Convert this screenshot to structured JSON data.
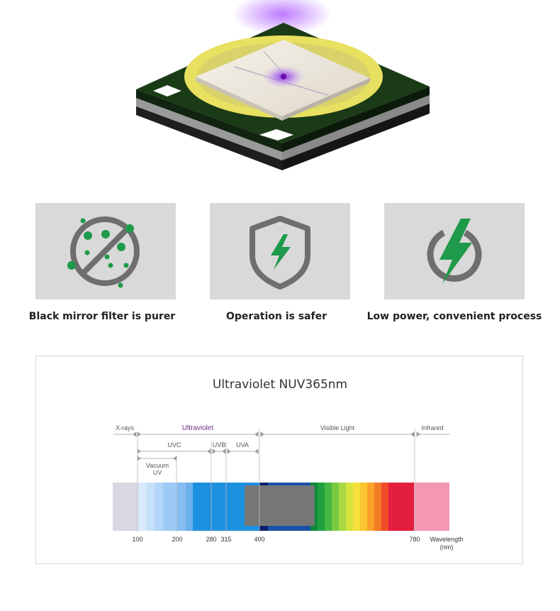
{
  "features": [
    {
      "label": "Black mirror filter is purer",
      "icon": "no-particles-icon"
    },
    {
      "label": "Operation is safer",
      "icon": "shield-bolt-icon"
    },
    {
      "label": "Low power, convenient process",
      "icon": "power-bolt-icon"
    }
  ],
  "spectrum": {
    "title": "Ultraviolet NUV365nm",
    "regions": {
      "xrays": "X-rays",
      "ultraviolet": "Ultraviolet",
      "visible": "Visible Light",
      "infrared": "Infrared",
      "uvc": "UVC",
      "uvb": "UVB",
      "uva": "UVA",
      "vacuum_line1": "Vacuum",
      "vacuum_line2": "UV"
    },
    "ticks": [
      "100",
      "200",
      "280",
      "315",
      "400",
      "780"
    ],
    "axis_label_line1": "Wavelength",
    "axis_label_line2": "(nm)"
  },
  "colors": {
    "accent_green": "#1e9a4a",
    "icon_gray": "#6e6e6e",
    "card_bg": "#d9d9d9",
    "ultraviolet_label": "#6b2c86"
  }
}
